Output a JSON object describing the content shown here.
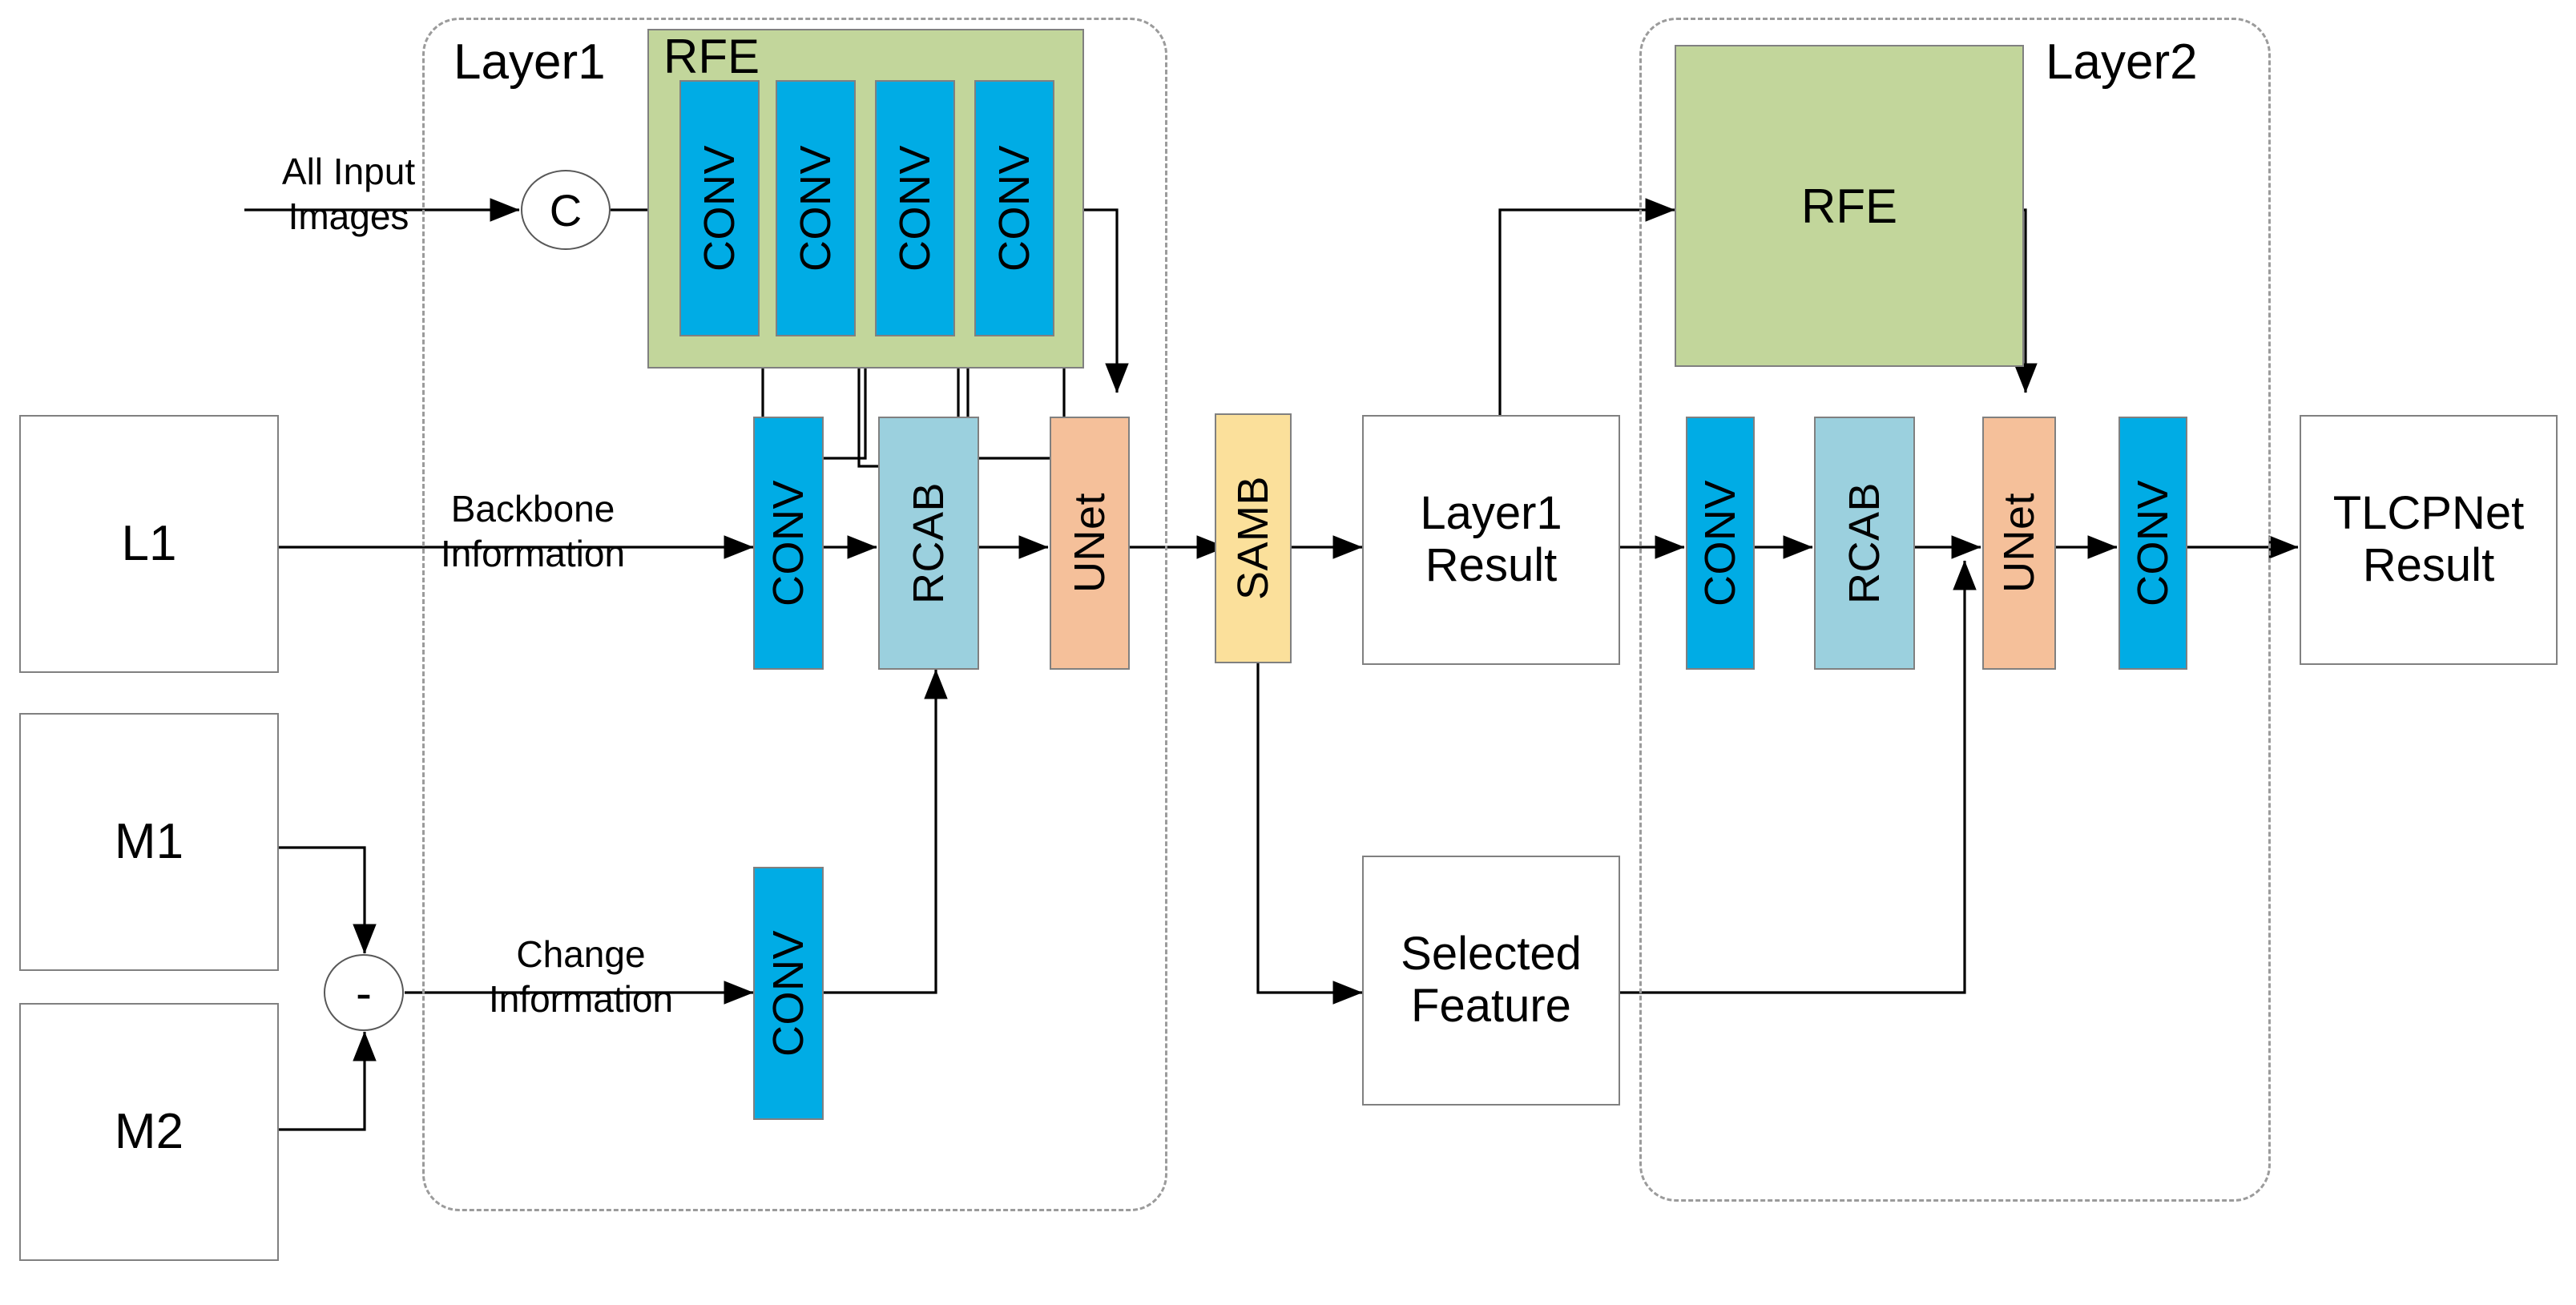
{
  "diagram": {
    "title": "TLCPNet two-layer change-detection network architecture",
    "groups": [
      {
        "id": "layer1",
        "label": "Layer1"
      },
      {
        "id": "layer2",
        "label": "Layer2"
      }
    ],
    "inputs": [
      {
        "id": "l1",
        "label": "L1"
      },
      {
        "id": "m1",
        "label": "M1"
      },
      {
        "id": "m2",
        "label": "M2"
      }
    ],
    "operators": [
      {
        "id": "concat",
        "symbol": "C",
        "name": "concatenate"
      },
      {
        "id": "subtract",
        "symbol": "-",
        "name": "subtract"
      }
    ],
    "edge_labels": [
      {
        "id": "all-input-images",
        "text": "All Input\nImages"
      },
      {
        "id": "backbone-information",
        "text": "Backbone\nInformation"
      },
      {
        "id": "change-information",
        "text": "Change\nInformation"
      }
    ],
    "layer1": {
      "rfe": {
        "label": "RFE",
        "convs": [
          {
            "label": "CONV"
          },
          {
            "label": "CONV"
          },
          {
            "label": "CONV"
          },
          {
            "label": "CONV"
          }
        ]
      },
      "backbone_conv": {
        "label": "CONV"
      },
      "rcab": {
        "label": "RCAB"
      },
      "unet": {
        "label": "UNet"
      },
      "change_conv": {
        "label": "CONV"
      }
    },
    "samb": {
      "label": "SAMB"
    },
    "intermediate": [
      {
        "id": "layer1-result",
        "label": "Layer1\nResult"
      },
      {
        "id": "selected-feature",
        "label": "Selected\nFeature"
      }
    ],
    "layer2": {
      "rfe": {
        "label": "RFE"
      },
      "conv_in": {
        "label": "CONV"
      },
      "rcab": {
        "label": "RCAB"
      },
      "unet": {
        "label": "UNet"
      },
      "conv_out": {
        "label": "CONV"
      }
    },
    "output": {
      "id": "tlcpnet-result",
      "label": "TLCPNet\nResult"
    },
    "colors": {
      "conv": "#00ACE5",
      "rcab": "#9BD0DE",
      "unet": "#F5C09A",
      "samb": "#FBE09B",
      "rfe_panel": "#C2D69B",
      "box_border": "#808080",
      "group_border": "#9B9B9B",
      "wire": "#000000",
      "background": "#FFFFFF"
    }
  }
}
